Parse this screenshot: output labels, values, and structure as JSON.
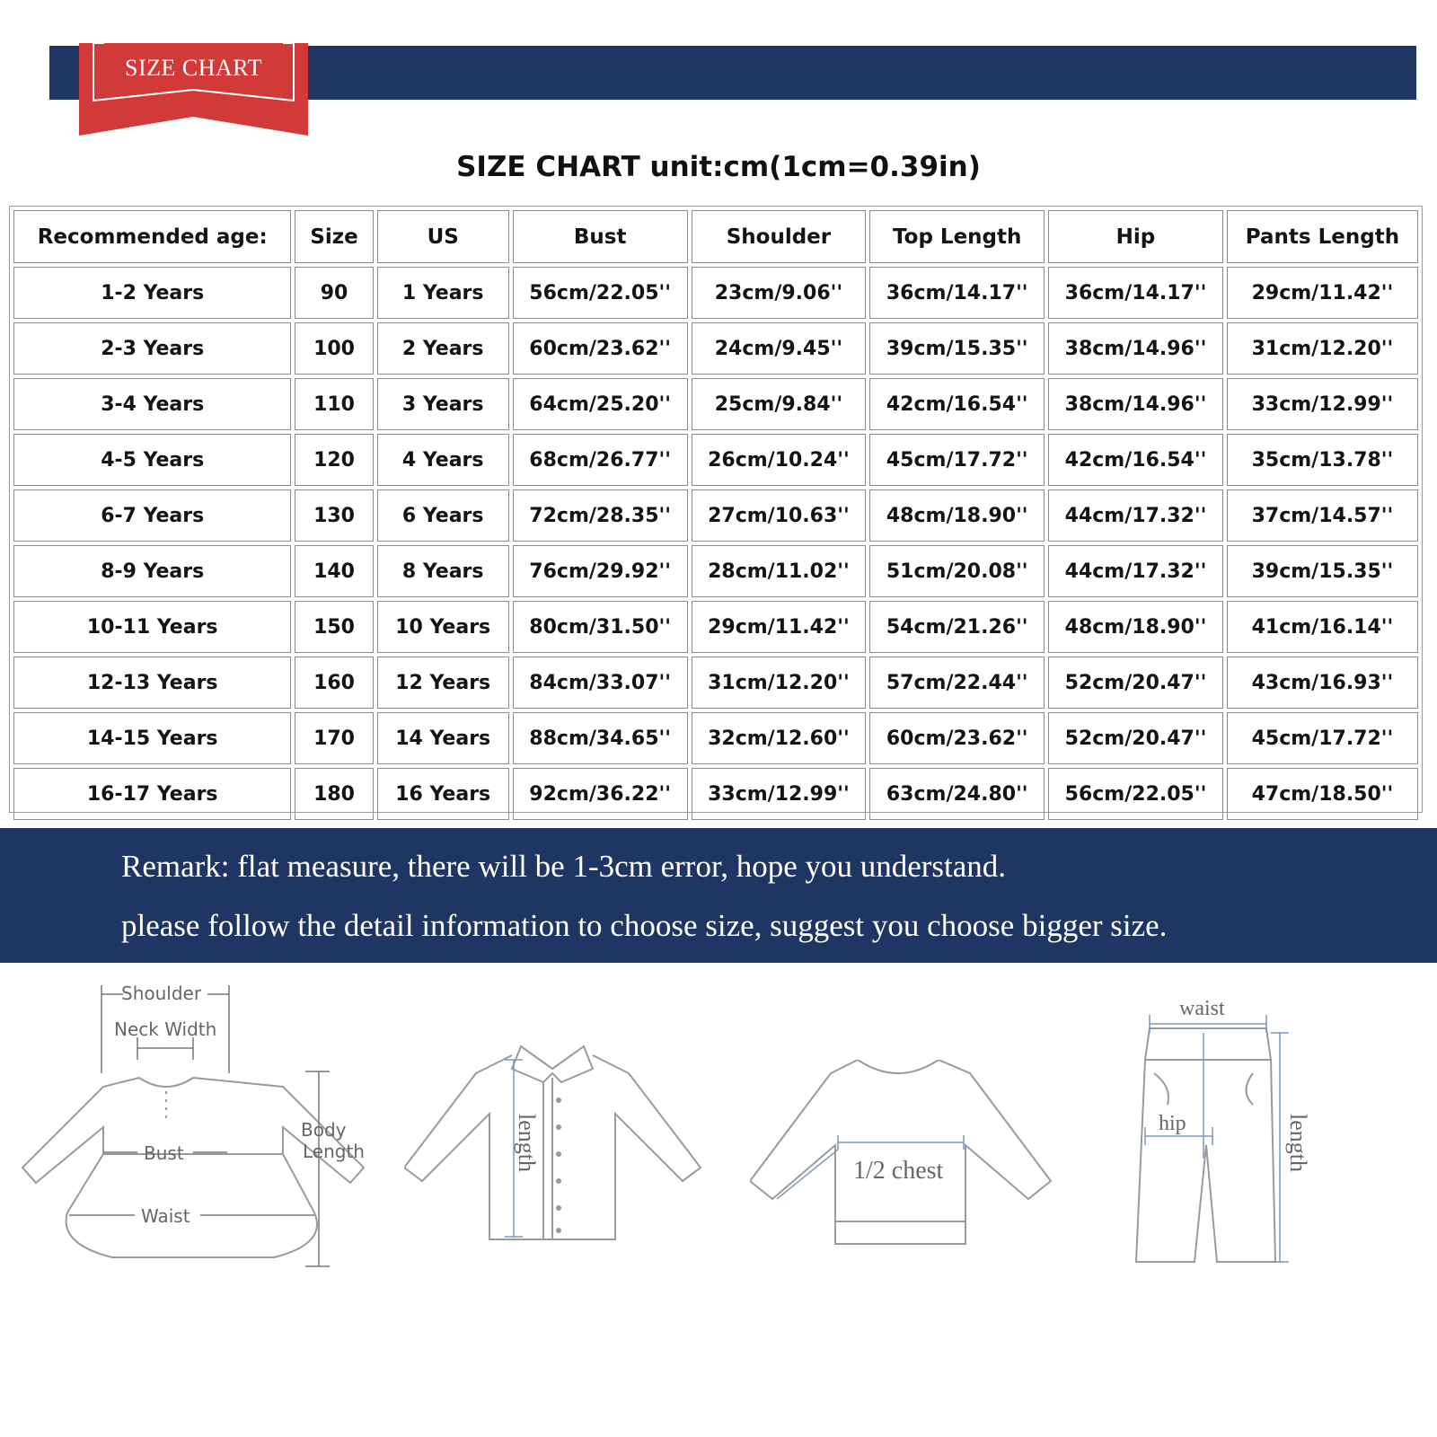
{
  "banner": {
    "label": "SIZE CHART"
  },
  "table_title": "SIZE CHART unit:cm(1cm=0.39in)",
  "table": {
    "headers": [
      "Recommended age:",
      "Size",
      "US",
      "Bust",
      "Shoulder",
      "Top Length",
      "Hip",
      "Pants Length"
    ],
    "rows": [
      [
        "1-2 Years",
        "90",
        "1 Years",
        "56cm/22.05''",
        "23cm/9.06''",
        "36cm/14.17''",
        "36cm/14.17''",
        "29cm/11.42''"
      ],
      [
        "2-3 Years",
        "100",
        "2 Years",
        "60cm/23.62''",
        "24cm/9.45''",
        "39cm/15.35''",
        "38cm/14.96''",
        "31cm/12.20''"
      ],
      [
        "3-4 Years",
        "110",
        "3 Years",
        "64cm/25.20''",
        "25cm/9.84''",
        "42cm/16.54''",
        "38cm/14.96''",
        "33cm/12.99''"
      ],
      [
        "4-5 Years",
        "120",
        "4 Years",
        "68cm/26.77''",
        "26cm/10.24''",
        "45cm/17.72''",
        "42cm/16.54''",
        "35cm/13.78''"
      ],
      [
        "6-7 Years",
        "130",
        "6 Years",
        "72cm/28.35''",
        "27cm/10.63''",
        "48cm/18.90''",
        "44cm/17.32''",
        "37cm/14.57''"
      ],
      [
        "8-9 Years",
        "140",
        "8 Years",
        "76cm/29.92''",
        "28cm/11.02''",
        "51cm/20.08''",
        "44cm/17.32''",
        "39cm/15.35''"
      ],
      [
        "10-11 Years",
        "150",
        "10 Years",
        "80cm/31.50''",
        "29cm/11.42''",
        "54cm/21.26''",
        "48cm/18.90''",
        "41cm/16.14''"
      ],
      [
        "12-13 Years",
        "160",
        "12 Years",
        "84cm/33.07''",
        "31cm/12.20''",
        "57cm/22.44''",
        "52cm/20.47''",
        "43cm/16.93''"
      ],
      [
        "14-15 Years",
        "170",
        "14 Years",
        "88cm/34.65''",
        "32cm/12.60''",
        "60cm/23.62''",
        "52cm/20.47''",
        "45cm/17.72''"
      ],
      [
        "16-17 Years",
        "180",
        "16 Years",
        "92cm/36.22''",
        "33cm/12.99''",
        "63cm/24.80''",
        "56cm/22.05''",
        "47cm/18.50''"
      ]
    ]
  },
  "remark": {
    "line1": "Remark: flat measure, there will be 1-3cm error, hope you understand.",
    "line2": "please follow the detail information to choose size, suggest you choose bigger size."
  },
  "diagrams": {
    "dress": {
      "shoulder": "Shoulder",
      "neck_width": "Neck Width",
      "bust": "Bust",
      "waist": "Waist",
      "body_length_1": "Body",
      "body_length_2": "Length"
    },
    "shirt": {
      "length": "length"
    },
    "sweater": {
      "chest": "1/2 chest"
    },
    "pants": {
      "waist": "waist",
      "hip": "hip",
      "length": "length"
    }
  },
  "colors": {
    "navy": "#1f3563",
    "ribbon_red": "#d23a3a",
    "measure_blue": "#7f97b8"
  }
}
